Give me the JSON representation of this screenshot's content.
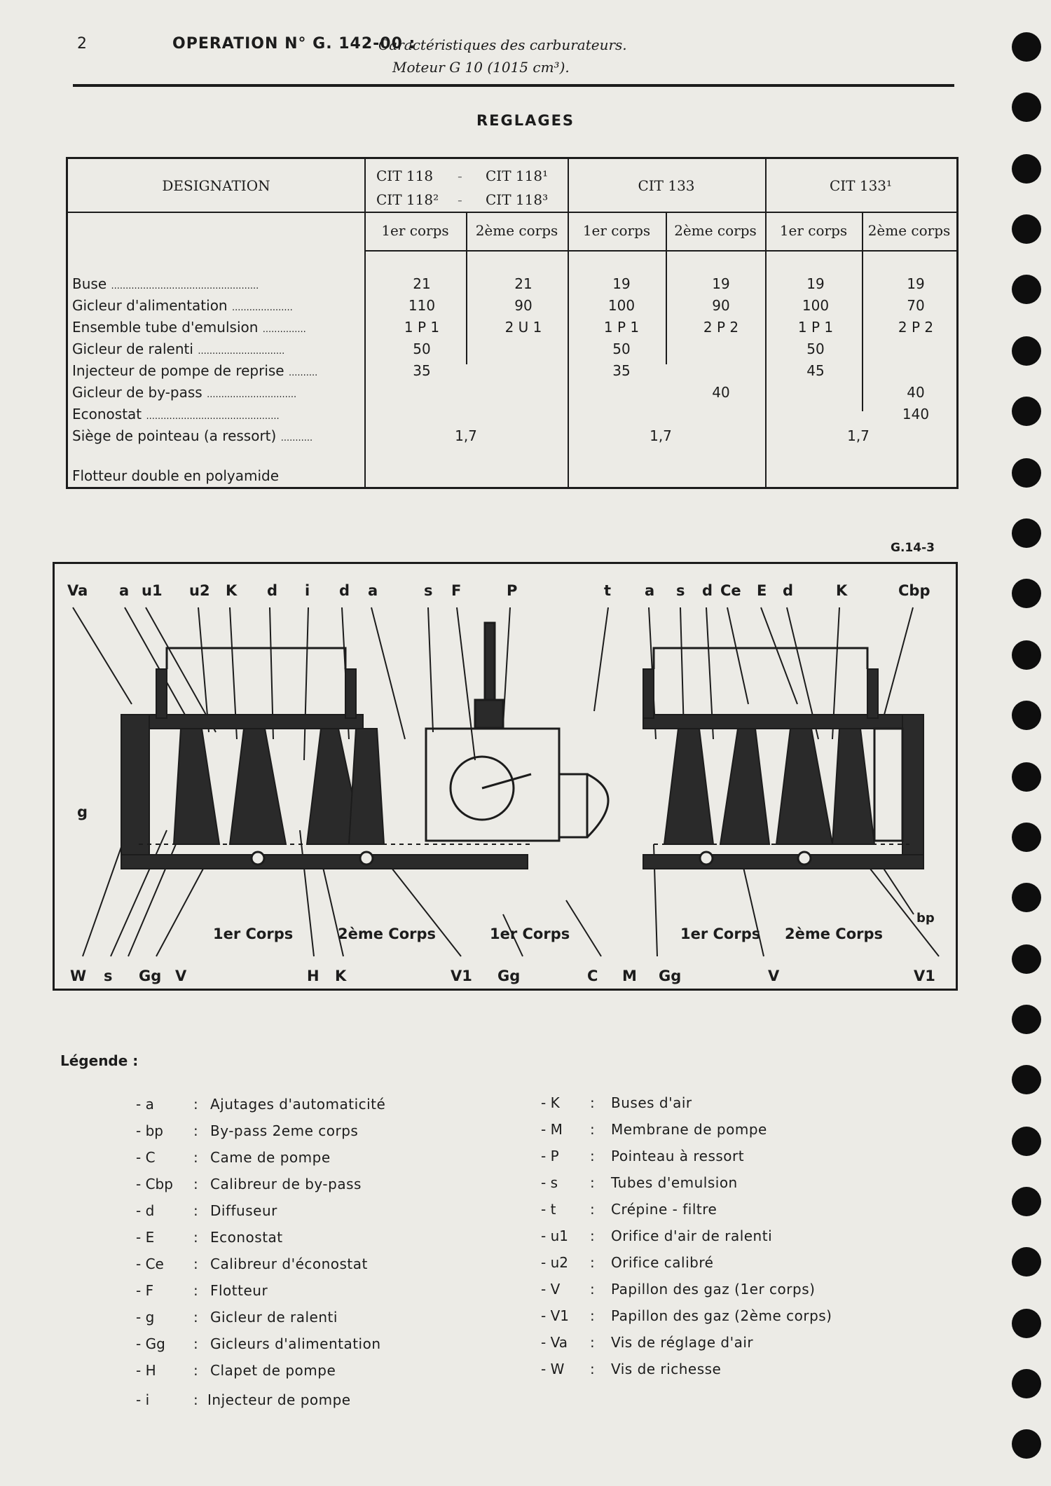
{
  "header": {
    "page_number": "2",
    "operation_title": "OPERATION N° G. 142-00 :",
    "subtitle_line1": "Caractéristiques des carburateurs.",
    "subtitle_line2": "Moteur G 10 (1015 cm³)."
  },
  "section_title": "REGLAGES",
  "table": {
    "designation_header": "DESIGNATION",
    "groups": [
      {
        "line1_a": "CIT 118",
        "line1_sep": "-",
        "line1_b": "CIT 118¹",
        "line2_a": "CIT 118²",
        "line2_sep": "-",
        "line2_b": "CIT 118³"
      },
      {
        "label": "CIT 133"
      },
      {
        "label": "CIT 133¹"
      }
    ],
    "subheaders": [
      "1er corps",
      "2ème corps",
      "1er corps",
      "2ème corps",
      "1er corps",
      "2ème corps"
    ],
    "rows": [
      {
        "label": "Buse",
        "dots": "...................................................",
        "values": [
          "21",
          "21",
          "19",
          "19",
          "19",
          "19"
        ]
      },
      {
        "label": "Gicleur d'alimentation",
        "dots": ".....................",
        "values": [
          "110",
          "90",
          "100",
          "90",
          "100",
          "70"
        ]
      },
      {
        "label": "Ensemble tube d'emulsion",
        "dots": "...............",
        "values": [
          "1 P 1",
          "2 U 1",
          "1 P 1",
          "2 P 2",
          "1 P 1",
          "2 P 2"
        ]
      },
      {
        "label": "Gicleur de ralenti",
        "dots": "..............................",
        "values": [
          "50",
          "",
          "50",
          "",
          "50",
          ""
        ]
      },
      {
        "label": "Injecteur de pompe de reprise",
        "dots": "..........",
        "values": [
          "35",
          "",
          "35",
          "",
          "45",
          ""
        ]
      },
      {
        "label": "Gicleur de by-pass",
        "dots": "...............................",
        "values": [
          "",
          "",
          "",
          "40",
          "",
          "40"
        ]
      },
      {
        "label": "Econostat",
        "dots": "..............................................",
        "values": [
          "",
          "",
          "",
          "",
          "",
          "140"
        ]
      },
      {
        "label": "Siège de pointeau (a ressort)",
        "dots": "...........",
        "values": [
          "1,7",
          "1,7",
          "1,7"
        ]
      },
      {
        "label": "Flotteur double en polyamide",
        "dots": "",
        "values": []
      }
    ]
  },
  "figure": {
    "ref": "G.14-3",
    "top_labels": [
      "Va",
      "a",
      "u1",
      "u2",
      "K",
      "d",
      "i",
      "d",
      "a",
      "s",
      "F",
      "P",
      "t",
      "a",
      "s",
      "d",
      "Ce",
      "E",
      "d",
      "K",
      "Cbp"
    ],
    "side_labels": {
      "g": "g",
      "bp": "bp"
    },
    "chamber_labels": [
      "1er Corps",
      "2ème Corps",
      "1er Corps",
      "1er Corps",
      "2ème Corps"
    ],
    "bottom_labels": [
      "W",
      "s",
      "Gg",
      "V",
      "H",
      "K",
      "V1",
      "Gg",
      "C",
      "M",
      "Gg",
      "V",
      "V1"
    ]
  },
  "legend": {
    "title": "Légende :",
    "left": [
      {
        "code": "- a",
        "text": "Ajutages d'automaticité"
      },
      {
        "code": "- bp",
        "text": "By-pass 2eme corps"
      },
      {
        "code": "- C",
        "text": "Came de pompe"
      },
      {
        "code": "- Cbp",
        "text": "Calibreur de by-pass"
      },
      {
        "code": "- d",
        "text": "Diffuseur"
      },
      {
        "code": "- E",
        "text": "Econostat"
      },
      {
        "code": "- Ce",
        "text": "Calibreur d'éconostat"
      },
      {
        "code": "- F",
        "text": "Flotteur"
      },
      {
        "code": "- g",
        "text": "Gicleur de ralenti"
      },
      {
        "code": "- Gg",
        "text": "Gicleurs d'alimentation"
      },
      {
        "code": "- H",
        "text": "Clapet de pompe"
      },
      {
        "code": "- i",
        "text": "Injecteur de pompe"
      }
    ],
    "right": [
      {
        "code": "- K",
        "text": "Buses d'air"
      },
      {
        "code": "- M",
        "text": "Membrane de pompe"
      },
      {
        "code": "- P",
        "text": "Pointeau à ressort"
      },
      {
        "code": "- s",
        "text": "Tubes d'emulsion"
      },
      {
        "code": "- t",
        "text": "Crépine - filtre"
      },
      {
        "code": "- u1",
        "text": "Orifice d'air de ralenti"
      },
      {
        "code": "- u2",
        "text": "Orifice calibré"
      },
      {
        "code": "- V",
        "text": "Papillon des gaz (1er corps)"
      },
      {
        "code": "- V1",
        "text": "Papillon des gaz (2ème corps)"
      },
      {
        "code": "- Va",
        "text": "Vis de réglage d'air"
      },
      {
        "code": "- W",
        "text": "Vis de richesse"
      }
    ],
    "separator": ":"
  }
}
